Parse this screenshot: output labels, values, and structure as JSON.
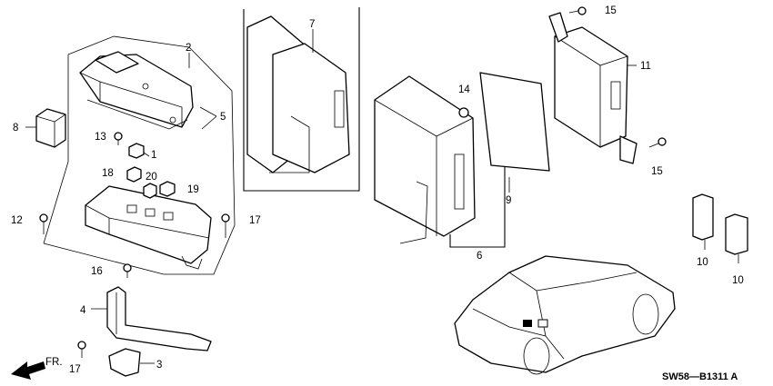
{
  "diagram_code": "SW58—B1311 A",
  "direction_label": "FR.",
  "callouts": {
    "c1": "1",
    "c2": "2",
    "c3": "3",
    "c4": "4",
    "c5": "5",
    "c6": "6",
    "c7": "7",
    "c8": "8",
    "c9": "9",
    "c10a": "10",
    "c10b": "10",
    "c11": "11",
    "c12": "12",
    "c13": "13",
    "c14": "14",
    "c15a": "15",
    "c15b": "15",
    "c16": "16",
    "c17a": "17",
    "c17b": "17",
    "c18": "18",
    "c19": "19",
    "c20": "20"
  }
}
